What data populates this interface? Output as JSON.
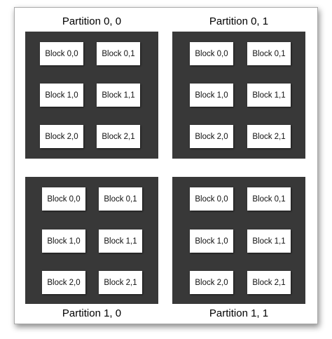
{
  "diagram": {
    "partitions": [
      {
        "label": "Partition 0, 0",
        "blocks": [
          "Block 0,0",
          "Block 0,1",
          "Block 1,0",
          "Block 1,1",
          "Block 2,0",
          "Block 2,1"
        ]
      },
      {
        "label": "Partition 0, 1",
        "blocks": [
          "Block 0,0",
          "Block 0,1",
          "Block 1,0",
          "Block 1,1",
          "Block 2,0",
          "Block 2,1"
        ]
      },
      {
        "label": "Partition 1, 0",
        "blocks": [
          "Block 0,0",
          "Block 0,1",
          "Block 1,0",
          "Block 1,1",
          "Block 2,0",
          "Block 2,1"
        ]
      },
      {
        "label": "Partition 1, 1",
        "blocks": [
          "Block 0,0",
          "Block 0,1",
          "Block 1,0",
          "Block 1,1",
          "Block 2,0",
          "Block 2,1"
        ]
      }
    ],
    "colors": {
      "partition_fill": "#383838",
      "block_fill": "#ffffff",
      "frame_border": "#a9a9a9"
    }
  }
}
